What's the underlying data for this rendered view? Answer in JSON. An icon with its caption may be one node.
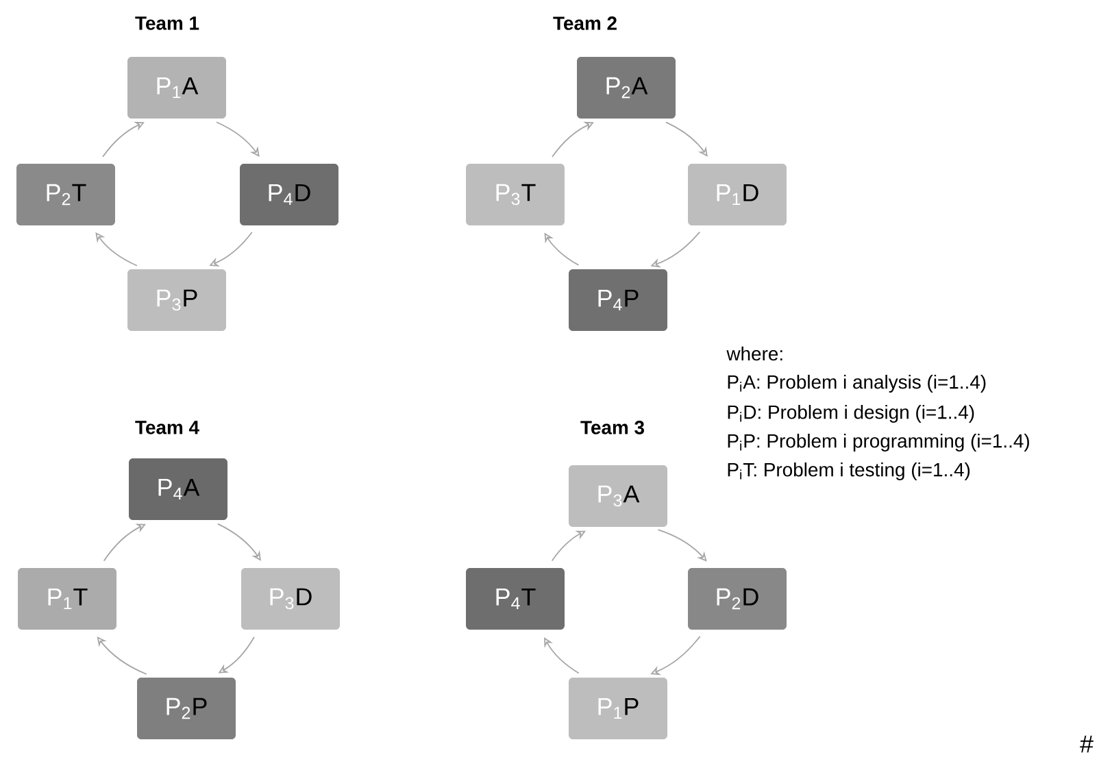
{
  "diagram": {
    "nodes": [
      {
        "text": [
          "P$_{1}$",
          "A"
        ]
      },
      {
        "text": [
          "P$_{2}$",
          "T"
        ]
      },
      {
        "text": [
          "P$_{4}$",
          "D"
        ]
      },
      {
        "text": [
          "P$_{3}$",
          "P"
        ]
      },
      {
        "text": [
          "P$_{2}$",
          "A"
        ]
      },
      {
        "text": [
          "P$_{3}$",
          "T"
        ]
      },
      {
        "text": [
          "P$_{1}$",
          "D"
        ]
      },
      {
        "text": [
          "P$_{4}$",
          "P"
        ]
      },
      {
        "text": [
          "P$_{4}$",
          "A"
        ]
      },
      {
        "text": [
          "P$_{1}$",
          "T"
        ]
      },
      {
        "text": [
          "P$_{3}$",
          "D"
        ]
      },
      {
        "text": [
          "P$_{2}$",
          "P"
        ]
      },
      {
        "text": [
          "P$_{3}$",
          "A"
        ]
      },
      {
        "text": [
          "P$_{4}$",
          "T"
        ]
      },
      {
        "text": [
          "P$_{2}$",
          "D"
        ]
      },
      {
        "text": [
          "P$_{1}$",
          "P"
        ]
      }
    ],
    "edges": [
      {
        "from": 0,
        "to": 2,
        "arrow": "to"
      },
      {
        "from": 2,
        "to": 3,
        "arrow": "to"
      },
      {
        "from": 3,
        "to": 1,
        "arrow": "to"
      },
      {
        "from": 1,
        "to": 0,
        "arrow": "to"
      },
      {
        "from": 4,
        "to": 6,
        "arrow": "to"
      },
      {
        "from": 6,
        "to": 7,
        "arrow": "to"
      },
      {
        "from": 7,
        "to": 5,
        "arrow": "to"
      },
      {
        "from": 5,
        "to": 4,
        "arrow": "to"
      },
      {
        "from": 8,
        "to": 10,
        "arrow": "to"
      },
      {
        "from": 10,
        "to": 11,
        "arrow": "to"
      },
      {
        "from": 11,
        "to": 9,
        "arrow": "to"
      },
      {
        "from": 9,
        "to": 8,
        "arrow": "to"
      },
      {
        "from": 12,
        "to": 14,
        "arrow": "to"
      },
      {
        "from": 14,
        "to": 15,
        "arrow": "to"
      },
      {
        "from": 15,
        "to": 13,
        "arrow": "to"
      },
      {
        "from": 13,
        "to": 12,
        "arrow": "to"
      }
    ],
    "labels": [
      "Team 1",
      "Team 2",
      "where:",
      "P$_{i}$A: Problem i analysis (i=1..4)",
      "P$_{i}$D: Problem i design (i=1..4)",
      "P$_{i}$P: Problem i programming (i=1..4)",
      "P$_{i}$T: Problem i testing (i=1..4)",
      "Team 4",
      "Team 3",
      "#"
    ]
  }
}
